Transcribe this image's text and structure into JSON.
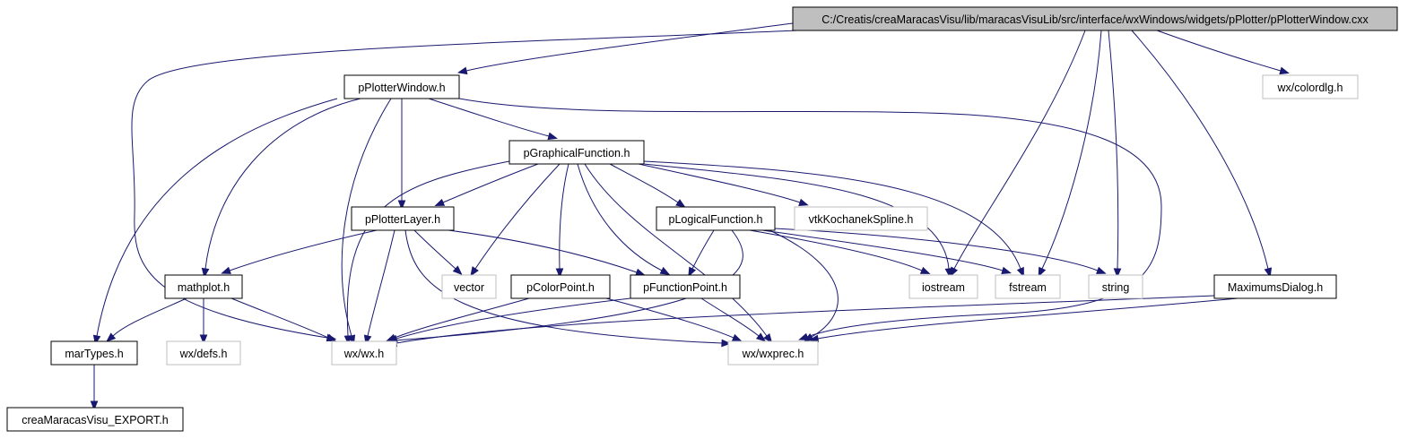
{
  "nodes": {
    "root": {
      "label": "C:/Creatis/creaMaracasVisu/lib/maracasVisuLib/src/interface/wxWindows/widgets/pPlotter/pPlotterWindow.cxx",
      "kind": "root"
    },
    "pPlotterWindow": {
      "label": "pPlotterWindow.h",
      "kind": "doc"
    },
    "colordlg": {
      "label": "wx/colordlg.h",
      "kind": "sys"
    },
    "pGraphicalFunction": {
      "label": "pGraphicalFunction.h",
      "kind": "doc"
    },
    "pPlotterLayer": {
      "label": "pPlotterLayer.h",
      "kind": "doc"
    },
    "pLogicalFunction": {
      "label": "pLogicalFunction.h",
      "kind": "doc"
    },
    "vtkKochanek": {
      "label": "vtkKochanekSpline.h",
      "kind": "sys"
    },
    "mathplot": {
      "label": "mathplot.h",
      "kind": "doc"
    },
    "vector": {
      "label": "vector",
      "kind": "sys"
    },
    "pColorPoint": {
      "label": "pColorPoint.h",
      "kind": "doc"
    },
    "pFunctionPoint": {
      "label": "pFunctionPoint.h",
      "kind": "doc"
    },
    "iostream": {
      "label": "iostream",
      "kind": "sys"
    },
    "fstream": {
      "label": "fstream",
      "kind": "sys"
    },
    "string": {
      "label": "string",
      "kind": "sys"
    },
    "MaximumsDialog": {
      "label": "MaximumsDialog.h",
      "kind": "doc"
    },
    "marTypes": {
      "label": "marTypes.h",
      "kind": "doc"
    },
    "defs": {
      "label": "wx/defs.h",
      "kind": "sys"
    },
    "wx": {
      "label": "wx/wx.h",
      "kind": "sys"
    },
    "wxprec": {
      "label": "wx/wxprec.h",
      "kind": "sys"
    },
    "creaExport": {
      "label": "creaMaracasVisu_EXPORT.h",
      "kind": "doc"
    }
  },
  "edges": [
    [
      "root",
      "pPlotterWindow"
    ],
    [
      "root",
      "wx"
    ],
    [
      "root",
      "colordlg"
    ],
    [
      "root",
      "iostream"
    ],
    [
      "root",
      "fstream"
    ],
    [
      "root",
      "string"
    ],
    [
      "root",
      "MaximumsDialog"
    ],
    [
      "pPlotterWindow",
      "pGraphicalFunction"
    ],
    [
      "pPlotterWindow",
      "pPlotterLayer"
    ],
    [
      "pPlotterWindow",
      "mathplot"
    ],
    [
      "pPlotterWindow",
      "marTypes"
    ],
    [
      "pPlotterWindow",
      "wx"
    ],
    [
      "pPlotterWindow",
      "wxprec"
    ],
    [
      "pGraphicalFunction",
      "pPlotterLayer"
    ],
    [
      "pGraphicalFunction",
      "pLogicalFunction"
    ],
    [
      "pGraphicalFunction",
      "vtkKochanek"
    ],
    [
      "pGraphicalFunction",
      "vector"
    ],
    [
      "pGraphicalFunction",
      "pColorPoint"
    ],
    [
      "pGraphicalFunction",
      "pFunctionPoint"
    ],
    [
      "pGraphicalFunction",
      "iostream"
    ],
    [
      "pGraphicalFunction",
      "fstream"
    ],
    [
      "pGraphicalFunction",
      "wx"
    ],
    [
      "pGraphicalFunction",
      "wxprec"
    ],
    [
      "pPlotterLayer",
      "mathplot"
    ],
    [
      "pPlotterLayer",
      "vector"
    ],
    [
      "pPlotterLayer",
      "pFunctionPoint"
    ],
    [
      "pPlotterLayer",
      "wx"
    ],
    [
      "pPlotterLayer",
      "wxprec"
    ],
    [
      "pLogicalFunction",
      "pFunctionPoint"
    ],
    [
      "pLogicalFunction",
      "iostream"
    ],
    [
      "pLogicalFunction",
      "fstream"
    ],
    [
      "pLogicalFunction",
      "string"
    ],
    [
      "pLogicalFunction",
      "wx"
    ],
    [
      "pLogicalFunction",
      "wxprec"
    ],
    [
      "mathplot",
      "marTypes"
    ],
    [
      "mathplot",
      "defs"
    ],
    [
      "mathplot",
      "wx"
    ],
    [
      "pColorPoint",
      "wx"
    ],
    [
      "pColorPoint",
      "wxprec"
    ],
    [
      "pFunctionPoint",
      "wx"
    ],
    [
      "pFunctionPoint",
      "wxprec"
    ],
    [
      "MaximumsDialog",
      "wx"
    ],
    [
      "MaximumsDialog",
      "wxprec"
    ],
    [
      "marTypes",
      "creaExport"
    ]
  ]
}
